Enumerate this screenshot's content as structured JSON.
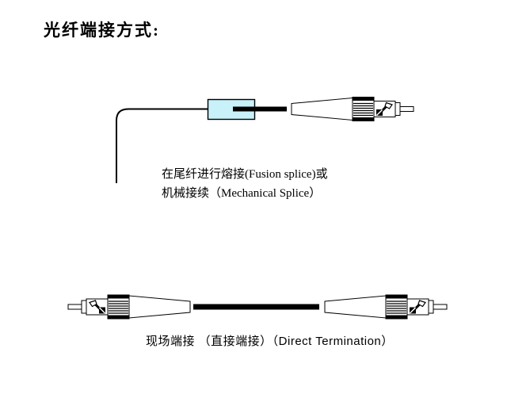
{
  "title": "光纤端接方式:",
  "splice_diagram": {
    "caption_line1": "在尾纤进行熔接(Fusion splice)或",
    "caption_line2": "机械接续（Mechanical Splice）"
  },
  "direct_diagram": {
    "caption": "现场端接 （直接端接）（Direct Termination）"
  },
  "colors": {
    "background": "#ffffff",
    "diagram_line": "#000000",
    "splice_sleeve_fill": "#c9f1fa",
    "text": "#000000"
  }
}
